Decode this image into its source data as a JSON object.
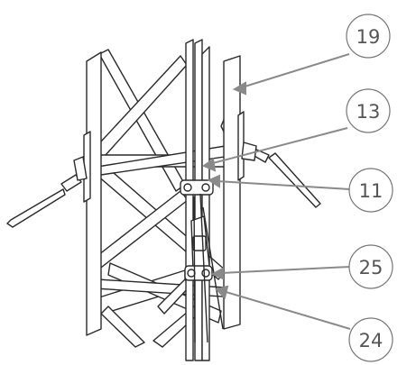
{
  "callouts": [
    {
      "label": "19"
    },
    {
      "label": "13"
    },
    {
      "label": "11"
    },
    {
      "label": "25"
    },
    {
      "label": "24"
    }
  ],
  "colors": {
    "stroke": "#2a2a2a",
    "leader": "#8a8a8a",
    "circle": "#777777",
    "text": "#555555"
  }
}
